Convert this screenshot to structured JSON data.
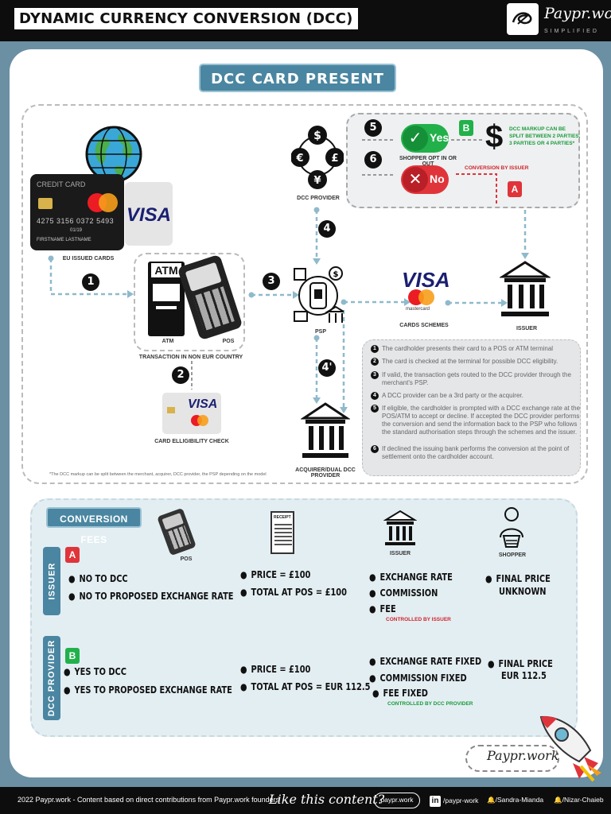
{
  "header": {
    "title": "DYNAMIC CURRENCY CONVERSION (DCC)",
    "brand": "Paypr.work",
    "brand_sub": "SIMPLIFIED"
  },
  "flow": {
    "title": "DCC CARD PRESENT FLOW",
    "card_label": "EU ISSUED CARDS",
    "card_text": "CREDIT CARD",
    "card_number": "4275 3156 0372 5493",
    "card_expiry": "01/19",
    "card_holder": "FIRSTNAME LASTNAME",
    "visa": "VISA",
    "atm": "ATM",
    "atm_label": "ATM",
    "pos_label": "POS",
    "transaction_label": "TRANSACTION IN NON EUR COUNTRY",
    "eligibility_label": "CARD ELLIGIBILITY CHECK",
    "dcc_provider_label": "DCC PROVIDER",
    "psp_label": "PSP",
    "card_schemes_label": "CARDS SCHEMES",
    "mastercard": "mastercard",
    "issuer_label": "ISSUER",
    "acquirer_label": "ACQUIRER/DUAL DCC PROVIDER",
    "yes": "Yes",
    "no": "No",
    "shopper_opt": "SHOPPER OPT IN OR OUT",
    "markup_note": "DCC MARKUP CAN BE SPLIT BETWEEN 2 PARTIES, 3 PARTIES OR 4 PARTIES*",
    "conversion_by_issuer": "CONVERSION BY ISSUER",
    "tag_a": "A",
    "tag_b": "B",
    "footnote": "*The DCC markup can be split between the merchant, acquirer, DCC provider, the PSP depending on the model",
    "step_numbers": [
      "1",
      "2",
      "3",
      "4",
      "4'",
      "5",
      "6"
    ],
    "steps": [
      {
        "n": "1",
        "text": "The cardholder presents their card to a POS or ATM terminal"
      },
      {
        "n": "2",
        "text": "The card is checked at the terminal for possible DCC eligibility."
      },
      {
        "n": "3",
        "text": "If valid, the transaction gets routed to the DCC provider through the merchant's PSP."
      },
      {
        "n": "4",
        "text": "A DCC provider can be a 3rd party or the acquirer."
      },
      {
        "n": "5",
        "text": "If eligible, the cardholder is prompted with a DCC exchange rate at the POS/ATM to accept or decline. If accepted the DCC provider performs the conversion and send the information back to the PSP who follows the standard authorisation steps through the schemes and the issuer."
      },
      {
        "n": "6",
        "text": "If declined the issuing bank performs the conversion at the point of settlement onto the cardholder account."
      }
    ]
  },
  "fees": {
    "title": "CONVERSION FEES",
    "pos_label": "POS",
    "receipt_label": "RECEIPT",
    "issuer_label": "ISSUER",
    "shopper_label": "SHOPPER",
    "issuer_side": "ISSUER",
    "dcc_side": "DCC PROVIDER",
    "issuer_row": {
      "tag": "A",
      "col1": [
        "NO TO DCC",
        "NO TO PROPOSED EXCHANGE RATE"
      ],
      "col2": [
        "PRICE = £100",
        "TOTAL AT POS = £100"
      ],
      "col3": [
        "EXCHANGE RATE",
        "COMMISSION",
        "FEE"
      ],
      "col3_note": "CONTROLLED BY ISSUER",
      "col4": [
        "FINAL PRICE",
        "UNKNOWN"
      ]
    },
    "dcc_row": {
      "tag": "B",
      "col1": [
        "YES TO DCC",
        "YES TO PROPOSED EXCHANGE RATE"
      ],
      "col2": [
        "PRICE = £100",
        "TOTAL AT POS = EUR 112.5"
      ],
      "col3": [
        "EXCHANGE RATE FIXED",
        "COMMISSION FIXED",
        "FEE FIXED"
      ],
      "col3_note": "CONTROLLED BY DCC PROVIDER",
      "col4": [
        "FINAL PRICE",
        "EUR 112.5"
      ]
    }
  },
  "signature": "Paypr.work",
  "footer": {
    "credit": "2022 Paypr.work - Content based on direct contributions from Paypr.work founders",
    "like": "Like this content?",
    "site": "paypr.work",
    "linkedin": "/paypr-work",
    "person1": "/Sandra-Mianda",
    "person2": "/Nizar-Chaieb"
  },
  "colors": {
    "accent": "#4a86a1",
    "yes_green": "#22b04b",
    "no_red": "#e0343b",
    "issuer_red": "#d0242b"
  }
}
